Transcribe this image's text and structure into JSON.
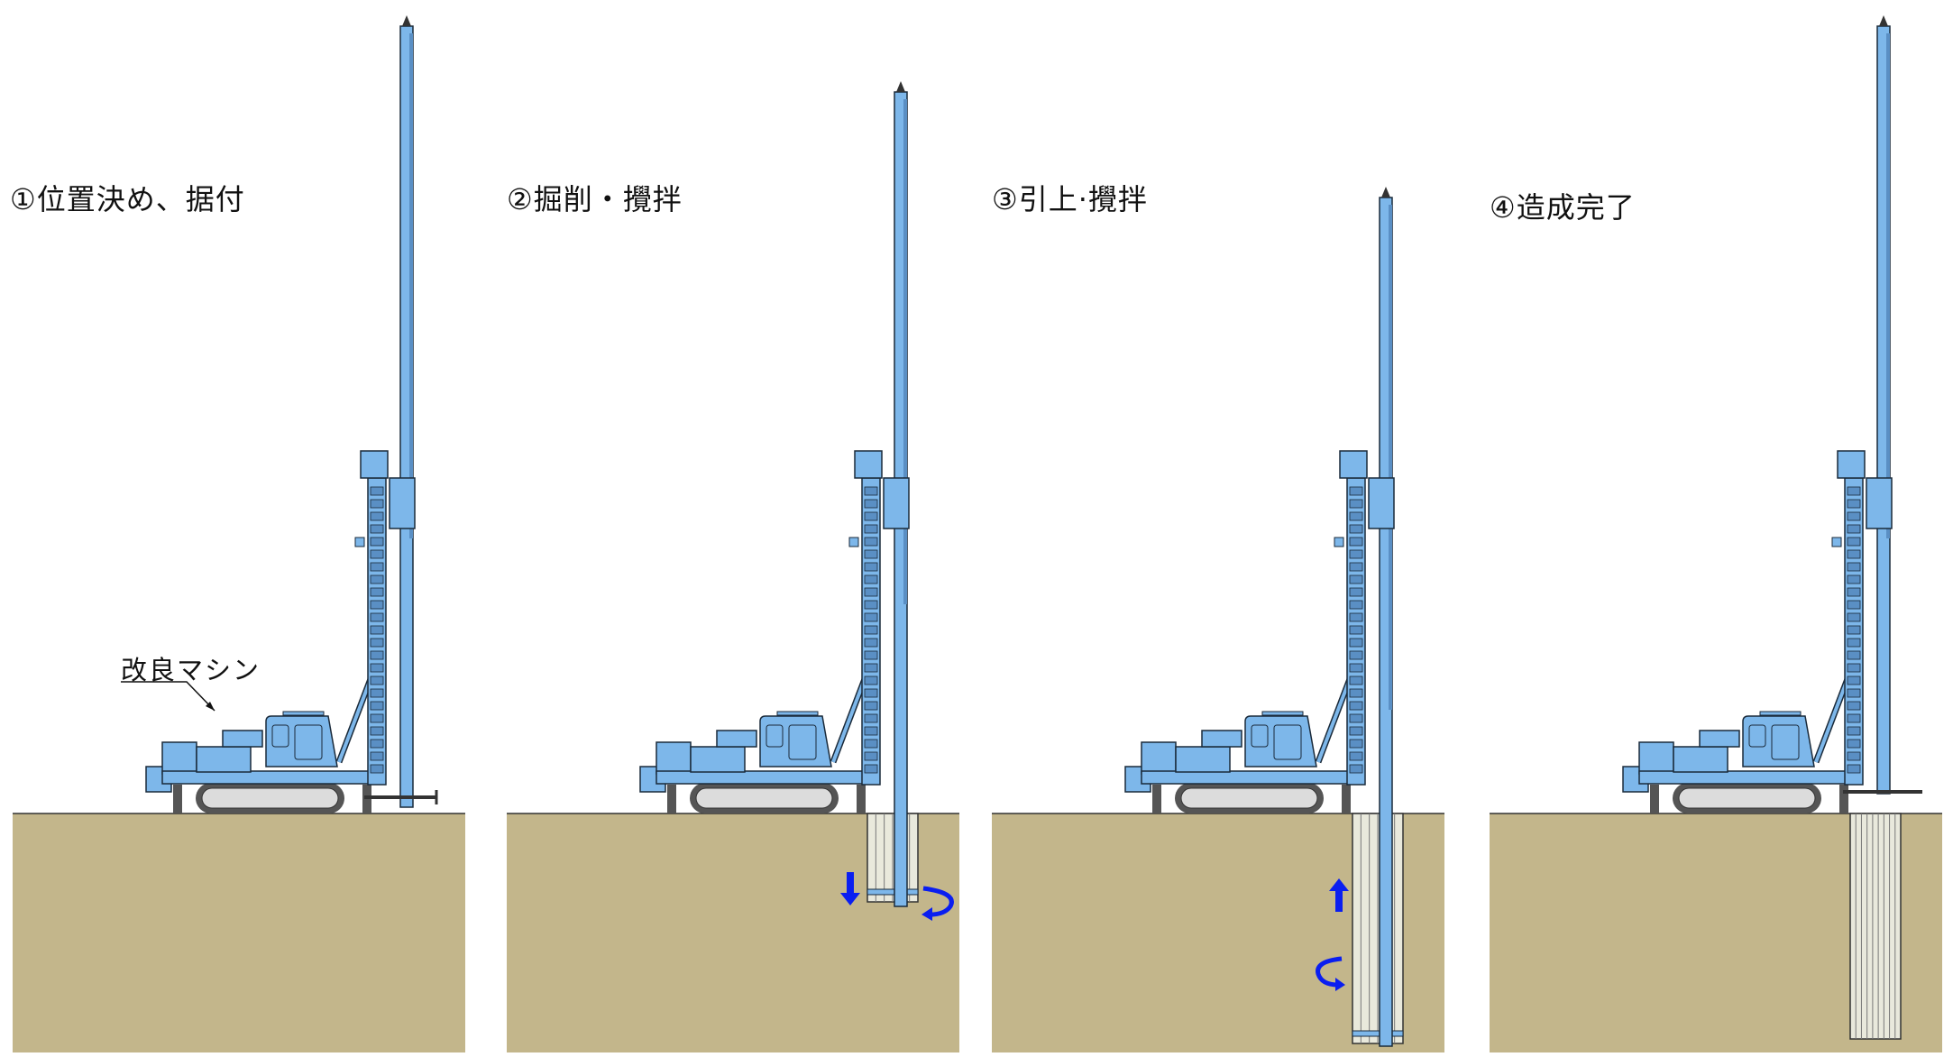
{
  "steps": [
    {
      "label": "①位置決め、据付"
    },
    {
      "label": "②掘削・攪拌"
    },
    {
      "label": "③引上·攪拌"
    },
    {
      "label": "④造成完了"
    }
  ],
  "callout": {
    "machine_label": "改良マシン"
  },
  "colors": {
    "machine": "#7db7ea",
    "machine_stroke": "#1a2a3a",
    "soil": "#c3b68b",
    "column": "#e9e9dc",
    "arrow": "#0a1ef0",
    "track": "#dcdcdc"
  }
}
